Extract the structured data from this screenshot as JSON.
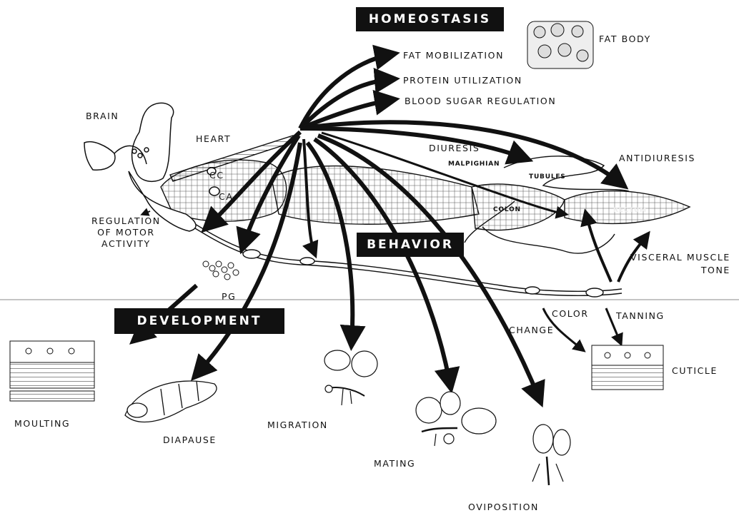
{
  "banners": {
    "homeostasis": "HOMEOSTASIS",
    "behavior": "BEHAVIOR",
    "development": "DEVELOPMENT"
  },
  "homeostasis_targets": {
    "fat_mobilization": "FAT MOBILIZATION",
    "protein_utilization": "PROTEIN UTILIZATION",
    "blood_sugar_regulation": "BLOOD SUGAR REGULATION",
    "fat_body": "FAT BODY"
  },
  "anatomy": {
    "brain": "BRAIN",
    "heart": "HEART",
    "cc": "CC",
    "ca": "CA",
    "pg": "PG",
    "malpighian": "MALPIGHIAN",
    "tubules": "TUBULES",
    "colon": "COLON",
    "rectum": "RECTUM"
  },
  "functions": {
    "regulation_of_motor_activity": [
      "REGULATION",
      "OF  MOTOR",
      "ACTIVITY"
    ],
    "diuresis": "DIURESIS",
    "antidiuresis": "ANTIDIURESIS",
    "visceral_muscle_tone": [
      "VISCERAL  MUSCLE",
      "TONE"
    ],
    "color_change": [
      "COLOR",
      "CHANGE"
    ],
    "tanning": "TANNING",
    "cuticle": "CUTICLE"
  },
  "outcomes": {
    "moulting": "MOULTING",
    "diapause": "DIAPAUSE",
    "migration": "MIGRATION",
    "mating": "MATING",
    "oviposition": "OVIPOSITION"
  },
  "colors": {
    "ink": "#111111",
    "paper": "#ffffff"
  }
}
